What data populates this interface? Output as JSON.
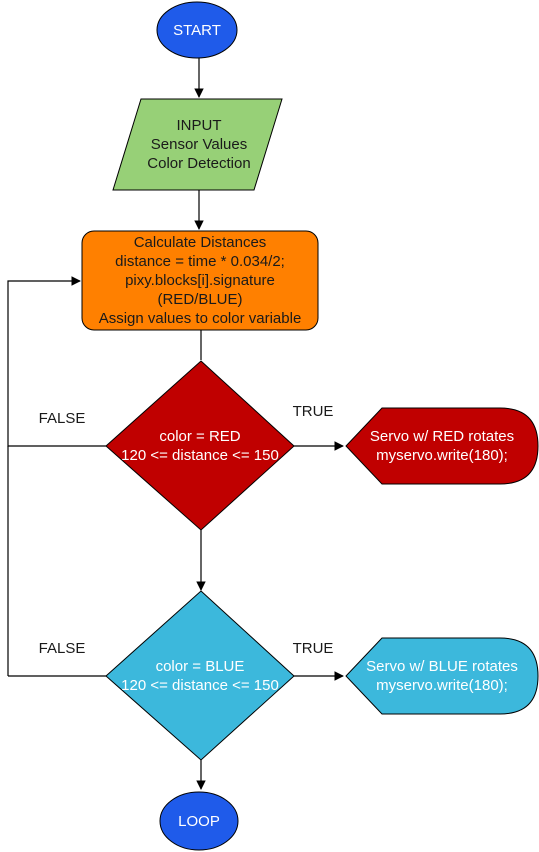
{
  "nodes": {
    "start": {
      "label": "START",
      "fill": "#1f5bea"
    },
    "input": {
      "lines": [
        "INPUT",
        "Sensor Values",
        "Color Detection"
      ],
      "fill": "#97d077"
    },
    "process": {
      "lines": [
        "Calculate Distances",
        "distance = time * 0.034/2;",
        "pixy.blocks[i].signature",
        "(RED/BLUE)",
        "Assign values to color variable"
      ],
      "fill": "#ff8000"
    },
    "decision_red": {
      "lines": [
        "color = RED",
        "120 <= distance <= 150"
      ],
      "fill": "#c00000"
    },
    "action_red": {
      "lines": [
        "Servo w/ RED rotates",
        "myservo.write(180);"
      ],
      "fill": "#c00000"
    },
    "decision_blue": {
      "lines": [
        "color = BLUE",
        "120 <= distance <= 150"
      ],
      "fill": "#3cb8dc"
    },
    "action_blue": {
      "lines": [
        "Servo w/ BLUE rotates",
        "myservo.write(180);"
      ],
      "fill": "#3cb8dc"
    },
    "loop": {
      "label": "LOOP",
      "fill": "#1f5bea"
    }
  },
  "edge_labels": {
    "red_false": "FALSE",
    "red_true": "TRUE",
    "blue_false": "FALSE",
    "blue_true": "TRUE"
  },
  "colors": {
    "stroke": "#000000",
    "text_dark": "#1a1a1a",
    "text_light": "#ffffff"
  }
}
